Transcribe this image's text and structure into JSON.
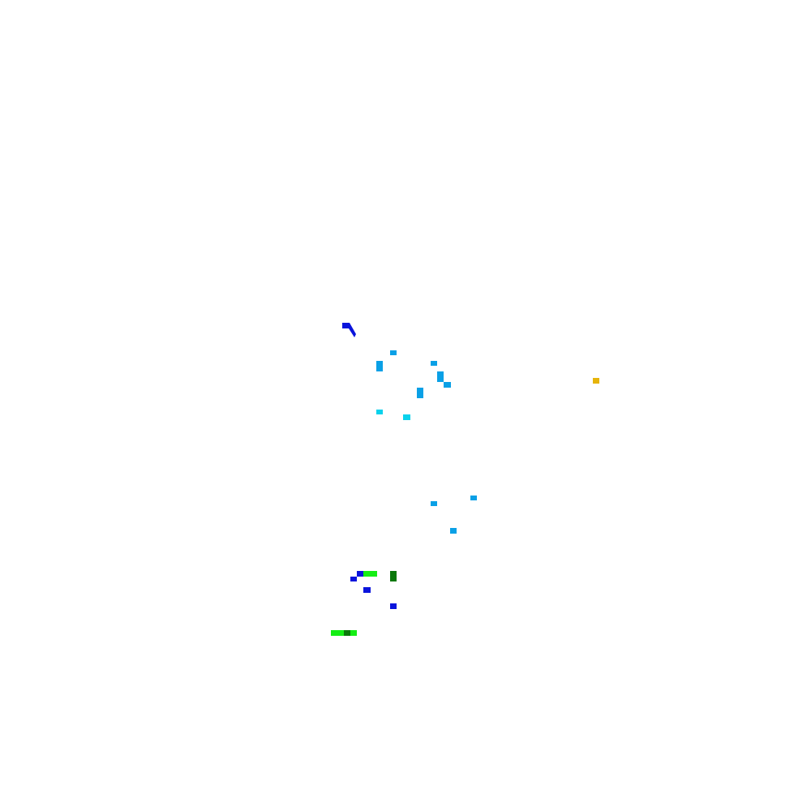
{
  "background_color": "#ffffff",
  "colors": {
    "dark_blue": "#0a14dc",
    "light_blue": "#0aa0e6",
    "cyan": "#0ad2ec",
    "amber": "#e6b40a",
    "bright_green": "#14ee14",
    "dark_green": "#0a780a"
  },
  "marks": [
    {
      "id": "tick-mark",
      "color": "dark_blue"
    },
    {
      "id": "blue-dot-1",
      "color": "light_blue"
    },
    {
      "id": "blue-dot-2",
      "color": "light_blue"
    },
    {
      "id": "blue-dot-3",
      "color": "light_blue"
    },
    {
      "id": "blue-dot-4",
      "color": "light_blue"
    },
    {
      "id": "blue-dot-5",
      "color": "light_blue"
    },
    {
      "id": "blue-dot-6",
      "color": "light_blue"
    },
    {
      "id": "cyan-dot-1",
      "color": "cyan"
    },
    {
      "id": "cyan-dot-2",
      "color": "cyan"
    },
    {
      "id": "amber-dot",
      "color": "amber"
    },
    {
      "id": "blue-dot-7",
      "color": "light_blue"
    },
    {
      "id": "blue-dot-8",
      "color": "light_blue"
    },
    {
      "id": "blue-dot-9",
      "color": "light_blue"
    },
    {
      "id": "dark-blue-dot-1",
      "color": "dark_blue"
    },
    {
      "id": "dark-blue-dot-2",
      "color": "dark_blue"
    },
    {
      "id": "dark-blue-dot-3",
      "color": "dark_blue"
    },
    {
      "id": "dark-blue-dot-4",
      "color": "dark_blue"
    },
    {
      "id": "green-bar-1",
      "color": "bright_green"
    },
    {
      "id": "green-bar-2",
      "color": "dark_green"
    },
    {
      "id": "green-bar-3",
      "color": "bright_green"
    },
    {
      "id": "green-bar-4",
      "color": "dark_green"
    }
  ]
}
